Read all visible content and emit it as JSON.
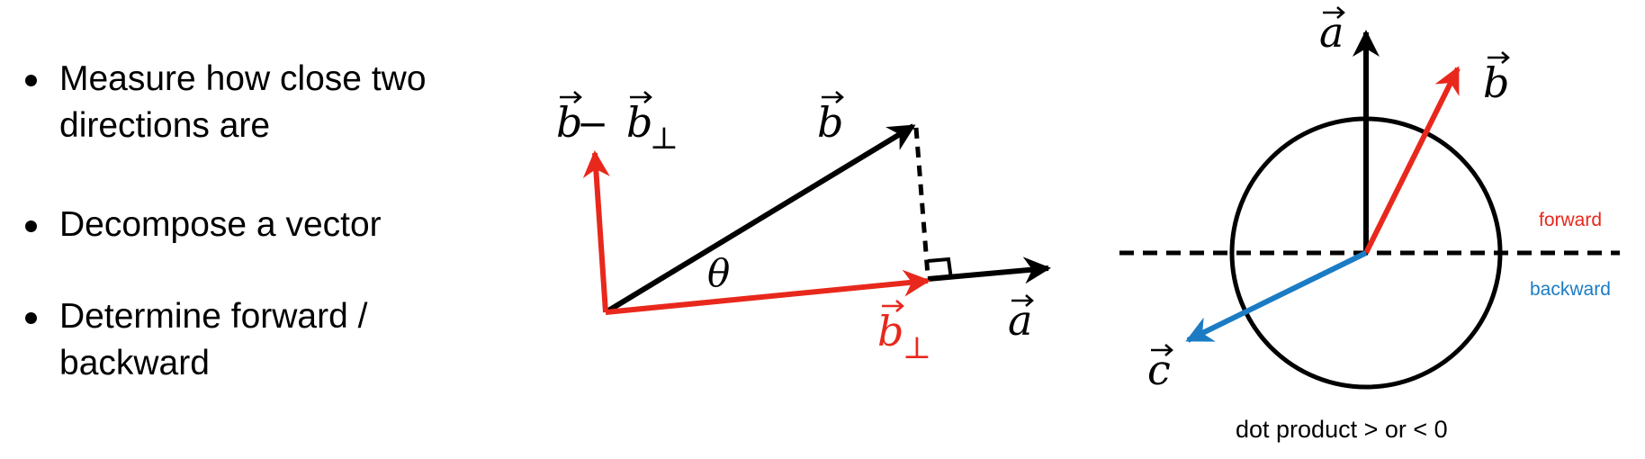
{
  "bullets": [
    "Measure how close two directions are",
    "Decompose a vector",
    "Determine forward / backward"
  ],
  "diagram_projection": {
    "vector_b": "b",
    "vector_a": "a",
    "angle": "θ",
    "b_perp_base": "b",
    "b_perp_sub": "⊥",
    "b_minus_b": "b",
    "b_minus_minus": " − ",
    "b_minus_b2": "b",
    "b_minus_sub": "⊥"
  },
  "diagram_dot": {
    "vector_a": "a",
    "vector_b": "b",
    "vector_c": "c",
    "forward": "forward",
    "backward": "backward",
    "caption": "dot product > or < 0"
  },
  "colors": {
    "black": "#000000",
    "red": "#e8281c",
    "blue": "#1b7cc4"
  }
}
